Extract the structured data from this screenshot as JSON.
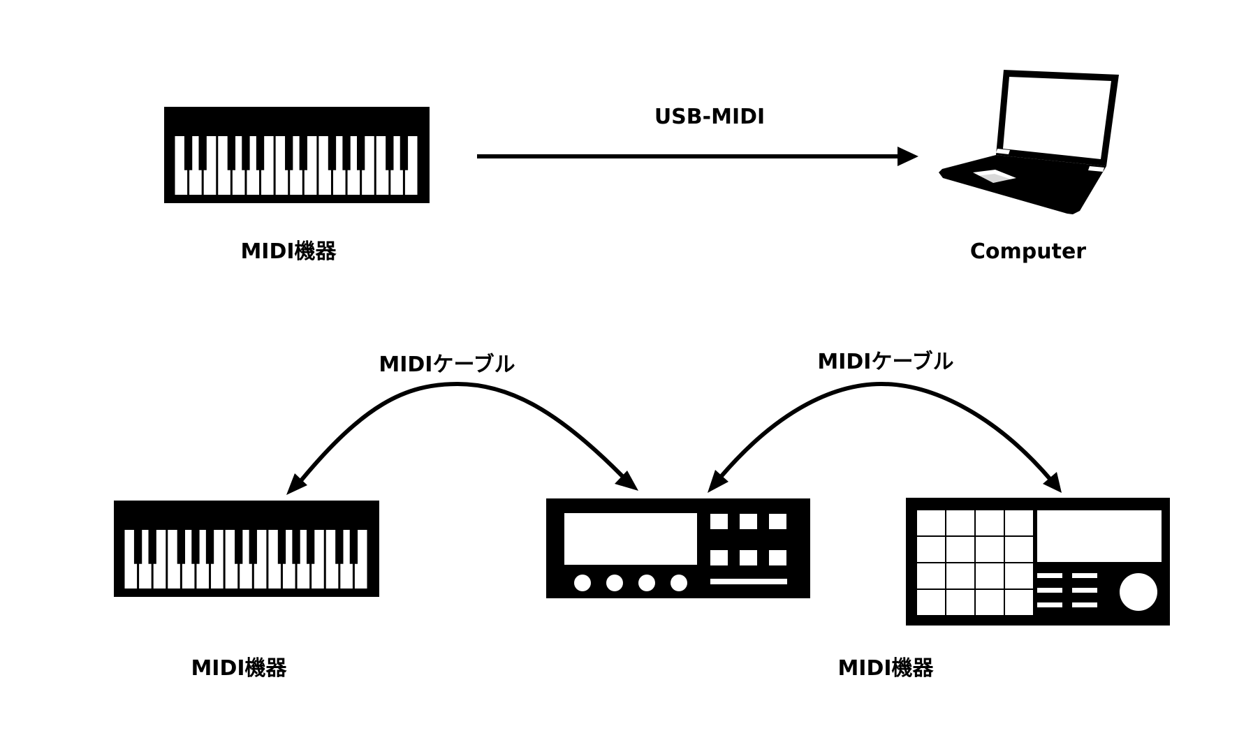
{
  "connections": {
    "usb_label": "USB-MIDI",
    "cable_left_label": "MIDIケーブル",
    "cable_right_label": "MIDIケーブル"
  },
  "devices": {
    "top_keyboard_label": "MIDI機器",
    "computer_label": "Computer",
    "bottom_keyboard_label": "MIDI機器",
    "pad_controller_label": "MIDI機器"
  },
  "icons": {
    "top_keyboard": "keyboard-icon",
    "computer": "laptop-icon",
    "bottom_keyboard": "keyboard-icon",
    "sound_module": "sound-module-icon",
    "pad_controller": "pad-controller-icon"
  },
  "colors": {
    "ink": "#000000",
    "background": "#ffffff"
  }
}
